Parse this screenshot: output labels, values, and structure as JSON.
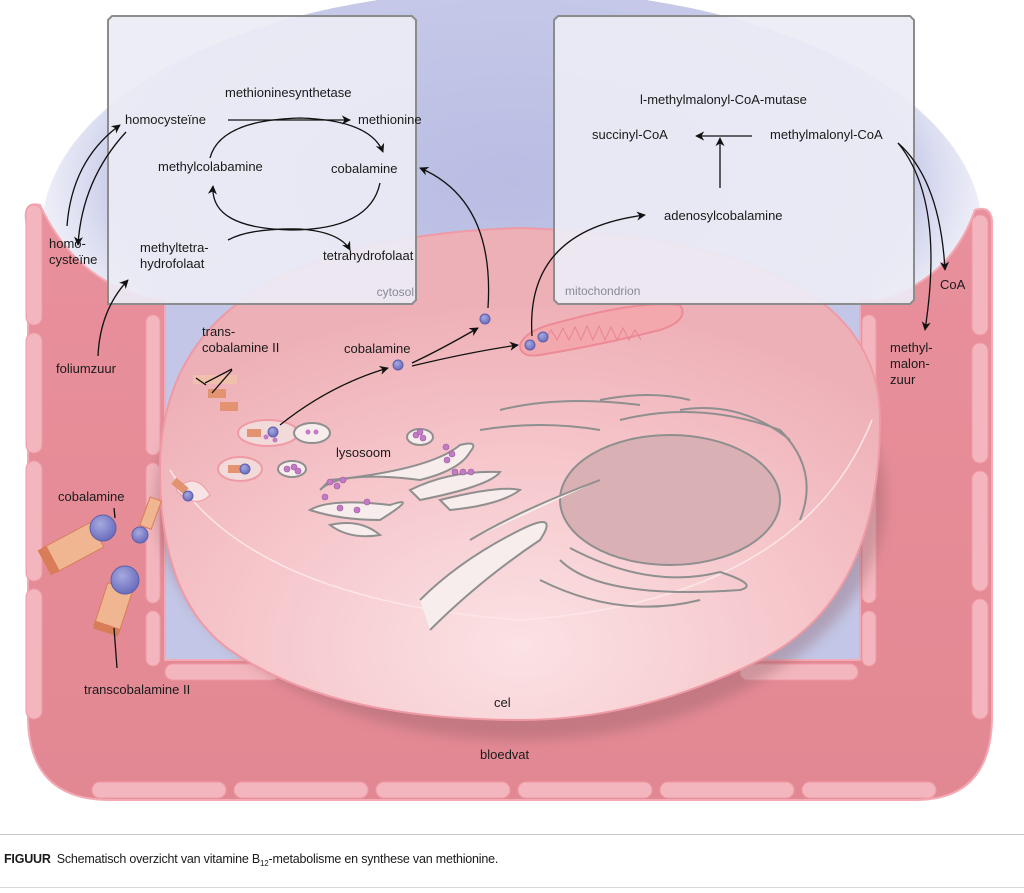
{
  "figure": {
    "labels": {
      "cytosol_box": {
        "enzyme": "methioninesynthetase",
        "homocysteine": "homocysteïne",
        "methionine": "methionine",
        "methylcobalamin": "methylcolabamine",
        "cobalamin": "cobalamine",
        "methyltetrahydrofolate_1": "methyltetra-",
        "methyltetrahydrofolate_2": "hydrofolaat",
        "tetrahydrofolate": "tetrahydrofolaat",
        "region": "cytosol"
      },
      "mito_box": {
        "enzyme": "l-methylmalonyl-CoA-mutase",
        "succinyl": "succinyl-CoA",
        "methylmalonyl": "methylmalonyl-CoA",
        "adenosylcobalamin": "adenosylcobalamine",
        "region": "mitochondrion"
      },
      "left_outside": {
        "homocysteine_1": "homo-",
        "homocysteine_2": "cysteïne",
        "folic_acid": "foliumzuur",
        "cobalamin": "cobalamine",
        "transcobalamin": "transcobalamine II"
      },
      "right_outside": {
        "coa": "CoA",
        "mma_1": "methyl-",
        "mma_2": "malon-",
        "mma_3": "zuur"
      },
      "cell_interior": {
        "tc_1": "trans-",
        "tc_2": "cobalamine II",
        "cobalamin": "cobalamine",
        "lysosome": "lysosoom",
        "cell": "cel"
      },
      "vessel": "bloedvat"
    },
    "colors": {
      "vessel": "#e68d99",
      "vessel_rim": "#f4b6be",
      "cell": "#f6c9cd",
      "interstitium": "#c3c6e6",
      "box_fill": "#ebebf5",
      "box_border": "#8c8c8c",
      "cobalamin": "#7d80c8",
      "transcobalamin": "#e3936f",
      "lysosome_dot": "#c47bc6"
    }
  },
  "caption": {
    "tag": "FIGUUR",
    "text_before": "Schematisch overzicht van vitamine B",
    "subscript": "12",
    "text_after": "-metabolisme en synthese van methionine."
  }
}
